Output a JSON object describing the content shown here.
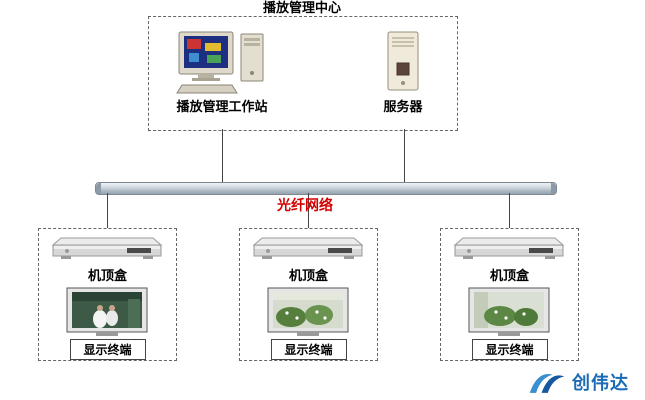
{
  "diagram": {
    "management_center": {
      "title": "播放管理中心",
      "workstation_label": "播放管理工作站",
      "server_label": "服务器"
    },
    "network": {
      "label": "光纤网络",
      "label_color": "#d40000",
      "bar_color": "#b7c2cc"
    },
    "terminals": [
      {
        "stb_label": "机顶盒",
        "display_label": "显示终端"
      },
      {
        "stb_label": "机顶盒",
        "display_label": "显示终端"
      },
      {
        "stb_label": "机顶盒",
        "display_label": "显示终端"
      }
    ],
    "logo": {
      "text": "创伟达",
      "color": "#1b6bb5"
    }
  }
}
